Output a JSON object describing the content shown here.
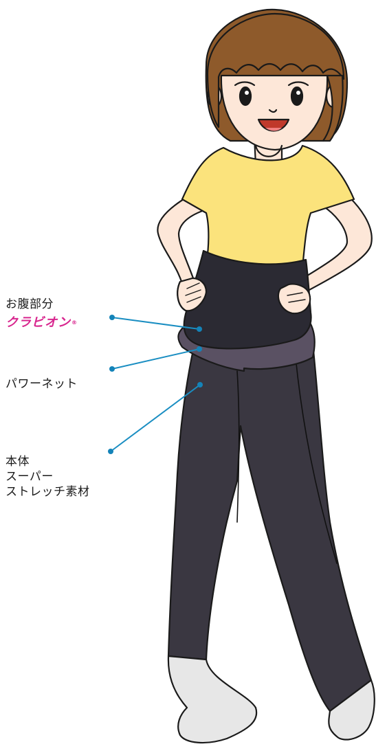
{
  "labels": {
    "belly": {
      "title": "お腹部分",
      "brand": "クラビオン",
      "brand_mark": "®",
      "brand_color": "#d8268e"
    },
    "powernet": {
      "title": "パワーネット"
    },
    "body": {
      "lines": [
        "本体",
        "スーパー",
        "ストレッチ素材"
      ]
    }
  },
  "colors": {
    "leader_line": "#1a8ec2",
    "leader_dot": "#1483b8",
    "hair": "#8e5a2b",
    "skin": "#fde7d8",
    "shirt": "#fbe37c",
    "belly_panel": "#2b2a33",
    "powernet": "#5a5163",
    "pants": "#3a3741",
    "socks": "#e7e7e7"
  }
}
